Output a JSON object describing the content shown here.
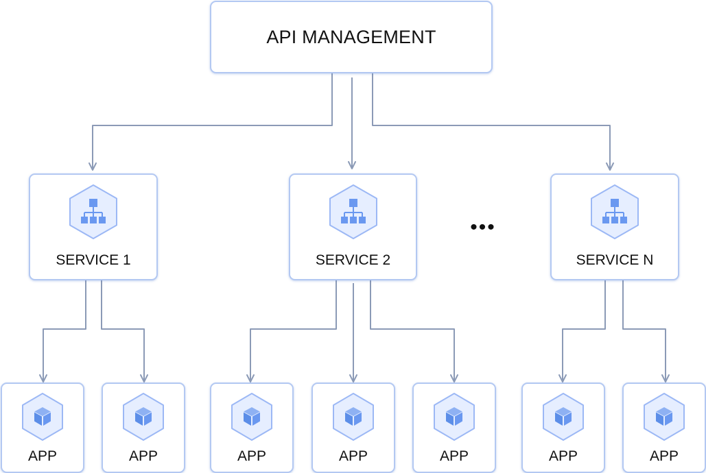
{
  "diagram": {
    "root": {
      "label": "API MANAGEMENT"
    },
    "ellipsis": "•••",
    "services": [
      {
        "label": "SERVICE 1",
        "icon": "hierarchy-icon",
        "apps": [
          {
            "label": "APP",
            "icon": "cube-icon"
          },
          {
            "label": "APP",
            "icon": "cube-icon"
          }
        ]
      },
      {
        "label": "SERVICE 2",
        "icon": "hierarchy-icon",
        "apps": [
          {
            "label": "APP",
            "icon": "cube-icon"
          },
          {
            "label": "APP",
            "icon": "cube-icon"
          },
          {
            "label": "APP",
            "icon": "cube-icon"
          }
        ]
      },
      {
        "label": "SERVICE N",
        "icon": "hierarchy-icon",
        "apps": [
          {
            "label": "APP",
            "icon": "cube-icon"
          },
          {
            "label": "APP",
            "icon": "cube-icon"
          }
        ]
      }
    ],
    "colors": {
      "box_border": "#b3c8f2",
      "connector": "#8b9ab6",
      "icon_fill": "#e6eeff",
      "icon_stroke": "#9cb8f5",
      "icon_accent": "#6a98f0"
    }
  }
}
